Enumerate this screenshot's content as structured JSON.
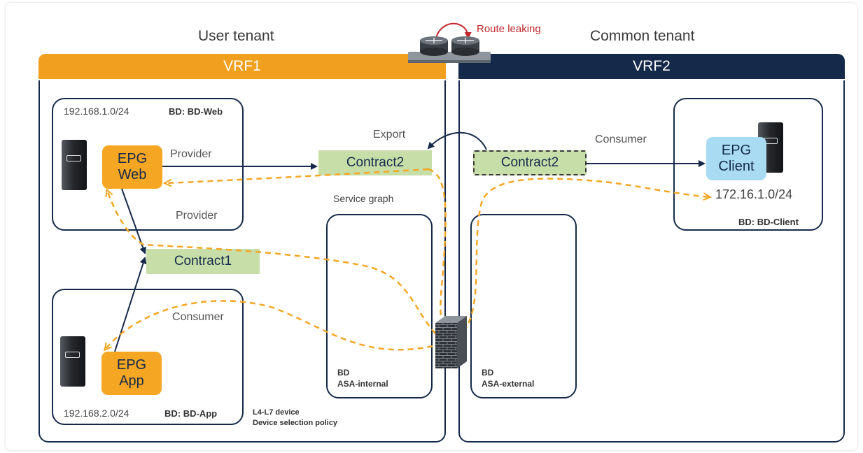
{
  "tenants": {
    "user": "User tenant",
    "common": "Common tenant"
  },
  "route_leaking": "Route leaking",
  "vrf": {
    "vrf1": "VRF1",
    "vrf2": "VRF2"
  },
  "bd_web": {
    "subnet": "192.168.1.0/24",
    "name": "BD: BD-Web"
  },
  "bd_app": {
    "subnet": "192.168.2.0/24",
    "name": "BD: BD-App"
  },
  "bd_client": {
    "subnet": "172.16.1.0/24",
    "name": "BD: BD-Client"
  },
  "epgs": {
    "web": "EPG\nWeb",
    "app": "EPG\nApp",
    "client": "EPG\nClient"
  },
  "contracts": {
    "contract1": "Contract1",
    "contract2_user": "Contract2",
    "contract2_common": "Contract2"
  },
  "roles": {
    "provider_top": "Provider",
    "provider_bottom": "Provider",
    "consumer_app": "Consumer",
    "consumer_client": "Consumer",
    "export": "Export"
  },
  "service_graph": "Service graph",
  "bd_asa_internal": "BD\nASA-internal",
  "bd_asa_external": "BD\nASA-external",
  "l4l7": {
    "line1": "L4-L7 device",
    "line2": "Device selection policy"
  },
  "colors": {
    "vrf1": "#f0a01e",
    "vrf2": "#152a4a",
    "epg_orange": "#f5a623",
    "epg_blue": "#a9dcf3",
    "contract_green": "#c7dea9",
    "traffic_dash": "#f5a623",
    "route_leak_red": "#c0282d"
  }
}
